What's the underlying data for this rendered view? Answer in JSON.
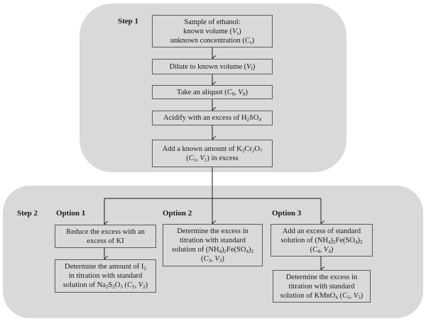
{
  "colors": {
    "panel_fill": "#d9d9d9",
    "box_border": "#5a5a5a",
    "line": "#1a1a1a",
    "background": "#ffffff"
  },
  "step1": {
    "label": "Step 1",
    "boxes": [
      {
        "id": "sample",
        "lines": [
          [
            {
              "t": "Sample of ethanol:"
            }
          ],
          [
            {
              "t": "known volume ("
            },
            {
              "t": "V",
              "i": true
            },
            {
              "t": "s",
              "sub": true
            },
            {
              "t": ")"
            }
          ],
          [
            {
              "t": "unknown concentration ("
            },
            {
              "t": "C",
              "i": true
            },
            {
              "t": "s",
              "sub": true
            },
            {
              "t": ")"
            }
          ]
        ]
      },
      {
        "id": "dilute",
        "lines": [
          [
            {
              "t": "Dilute to known volume ("
            },
            {
              "t": "V",
              "i": true
            },
            {
              "t": "f",
              "sub": true
            },
            {
              "t": ")"
            }
          ]
        ]
      },
      {
        "id": "aliquot",
        "lines": [
          [
            {
              "t": "Take an aliquot ("
            },
            {
              "t": "C",
              "i": true
            },
            {
              "t": "0",
              "sub": true
            },
            {
              "t": ", "
            },
            {
              "t": "V",
              "i": true
            },
            {
              "t": "0",
              "sub": true
            },
            {
              "t": ")"
            }
          ]
        ]
      },
      {
        "id": "acidify",
        "lines": [
          [
            {
              "t": "Acidify with an excess of H"
            },
            {
              "t": "2",
              "sub": true
            },
            {
              "t": "SO"
            },
            {
              "t": "4",
              "sub": true
            }
          ]
        ]
      },
      {
        "id": "dichromate",
        "lines": [
          [
            {
              "t": "Add a known amount of K"
            },
            {
              "t": "2",
              "sub": true
            },
            {
              "t": "Cr"
            },
            {
              "t": "2",
              "sub": true
            },
            {
              "t": "O"
            },
            {
              "t": "7",
              "sub": true
            }
          ],
          [
            {
              "t": "("
            },
            {
              "t": "C",
              "i": true
            },
            {
              "t": "1",
              "sub": true
            },
            {
              "t": ", "
            },
            {
              "t": "V",
              "i": true
            },
            {
              "t": "1",
              "sub": true
            },
            {
              "t": ") in excess"
            }
          ]
        ]
      }
    ]
  },
  "step2": {
    "label": "Step 2",
    "options": [
      {
        "label": "Option 1",
        "boxes": [
          {
            "id": "opt1-reduce",
            "lines": [
              [
                {
                  "t": "Reduce the excess with an"
                }
              ],
              [
                {
                  "t": "excess of KI"
                }
              ]
            ]
          },
          {
            "id": "opt1-determine",
            "lines": [
              [
                {
                  "t": "Determine the amount of I"
                },
                {
                  "t": "2",
                  "sub": true
                }
              ],
              [
                {
                  "t": "in titration with standard"
                }
              ],
              [
                {
                  "t": "solution of Na"
                },
                {
                  "t": "2",
                  "sub": true
                },
                {
                  "t": "S"
                },
                {
                  "t": "2",
                  "sub": true
                },
                {
                  "t": "O"
                },
                {
                  "t": "3",
                  "sub": true
                },
                {
                  "t": " ("
                },
                {
                  "t": "C",
                  "i": true
                },
                {
                  "t": "2",
                  "sub": true
                },
                {
                  "t": ", "
                },
                {
                  "t": "V",
                  "i": true
                },
                {
                  "t": "2",
                  "sub": true
                },
                {
                  "t": ")"
                }
              ]
            ]
          }
        ]
      },
      {
        "label": "Option 2",
        "boxes": [
          {
            "id": "opt2-determine",
            "lines": [
              [
                {
                  "t": "Determine the excess in"
                }
              ],
              [
                {
                  "t": "titration with standard"
                }
              ],
              [
                {
                  "t": "solution of (NH"
                },
                {
                  "t": "4",
                  "sub": true
                },
                {
                  "t": ")"
                },
                {
                  "t": "2",
                  "sub": true
                },
                {
                  "t": "Fe(SO"
                },
                {
                  "t": "4",
                  "sub": true
                },
                {
                  "t": ")"
                },
                {
                  "t": "2",
                  "sub": true
                }
              ],
              [
                {
                  "t": "("
                },
                {
                  "t": "C",
                  "i": true
                },
                {
                  "t": "3",
                  "sub": true
                },
                {
                  "t": ", "
                },
                {
                  "t": "V",
                  "i": true
                },
                {
                  "t": "3",
                  "sub": true
                },
                {
                  "t": ")"
                }
              ]
            ]
          }
        ]
      },
      {
        "label": "Option 3",
        "boxes": [
          {
            "id": "opt3-add",
            "lines": [
              [
                {
                  "t": "Add an excess of standard"
                }
              ],
              [
                {
                  "t": "solution of (NH"
                },
                {
                  "t": "4",
                  "sub": true
                },
                {
                  "t": ")"
                },
                {
                  "t": "2",
                  "sub": true
                },
                {
                  "t": "Fe(SO"
                },
                {
                  "t": "4",
                  "sub": true
                },
                {
                  "t": ")"
                },
                {
                  "t": "2",
                  "sub": true
                }
              ],
              [
                {
                  "t": "("
                },
                {
                  "t": "C",
                  "i": true
                },
                {
                  "t": "4",
                  "sub": true
                },
                {
                  "t": ", "
                },
                {
                  "t": "V",
                  "i": true
                },
                {
                  "t": "4",
                  "sub": true
                },
                {
                  "t": ")"
                }
              ]
            ]
          },
          {
            "id": "opt3-determine",
            "lines": [
              [
                {
                  "t": "Determine the excess in"
                }
              ],
              [
                {
                  "t": "titration with standard"
                }
              ],
              [
                {
                  "t": "solution of KMnO"
                },
                {
                  "t": "4",
                  "sub": true
                },
                {
                  "t": " ("
                },
                {
                  "t": "C",
                  "i": true
                },
                {
                  "t": "5",
                  "sub": true
                },
                {
                  "t": ", "
                },
                {
                  "t": "V",
                  "i": true
                },
                {
                  "t": "5",
                  "sub": true
                },
                {
                  "t": ")"
                }
              ]
            ]
          }
        ]
      }
    ]
  }
}
